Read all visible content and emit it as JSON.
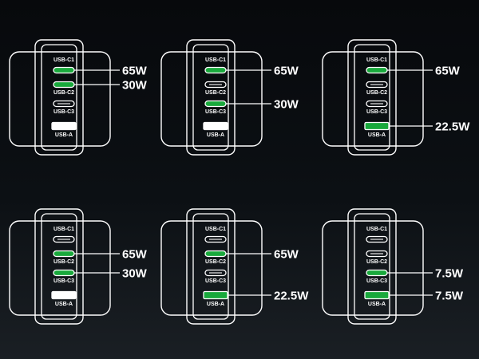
{
  "colors": {
    "background_top": "#07090c",
    "background_bottom": "#1a1f24",
    "outline": "#ffffff",
    "active_port": "#19a93c"
  },
  "port_labels": [
    "USB-C1",
    "USB-C2",
    "USB-C3",
    "USB-A"
  ],
  "configurations": [
    {
      "ports": [
        {
          "label": "USB-C1",
          "active": true,
          "power": "65W"
        },
        {
          "label": "USB-C2",
          "active": true,
          "power": "30W"
        },
        {
          "label": "USB-C3",
          "active": false,
          "power": ""
        },
        {
          "label": "USB-A",
          "active": false,
          "power": ""
        }
      ]
    },
    {
      "ports": [
        {
          "label": "USB-C1",
          "active": true,
          "power": "65W"
        },
        {
          "label": "USB-C2",
          "active": false,
          "power": ""
        },
        {
          "label": "USB-C3",
          "active": true,
          "power": "30W"
        },
        {
          "label": "USB-A",
          "active": false,
          "power": ""
        }
      ]
    },
    {
      "ports": [
        {
          "label": "USB-C1",
          "active": true,
          "power": "65W"
        },
        {
          "label": "USB-C2",
          "active": false,
          "power": ""
        },
        {
          "label": "USB-C3",
          "active": false,
          "power": ""
        },
        {
          "label": "USB-A",
          "active": true,
          "power": "22.5W"
        }
      ]
    },
    {
      "ports": [
        {
          "label": "USB-C1",
          "active": false,
          "power": ""
        },
        {
          "label": "USB-C2",
          "active": true,
          "power": "65W"
        },
        {
          "label": "USB-C3",
          "active": true,
          "power": "30W"
        },
        {
          "label": "USB-A",
          "active": false,
          "power": ""
        }
      ]
    },
    {
      "ports": [
        {
          "label": "USB-C1",
          "active": false,
          "power": ""
        },
        {
          "label": "USB-C2",
          "active": true,
          "power": "65W"
        },
        {
          "label": "USB-C3",
          "active": false,
          "power": ""
        },
        {
          "label": "USB-A",
          "active": true,
          "power": "22.5W"
        }
      ]
    },
    {
      "ports": [
        {
          "label": "USB-C1",
          "active": false,
          "power": ""
        },
        {
          "label": "USB-C2",
          "active": false,
          "power": ""
        },
        {
          "label": "USB-C3",
          "active": true,
          "power": "7.5W"
        },
        {
          "label": "USB-A",
          "active": true,
          "power": "7.5W"
        }
      ]
    }
  ]
}
